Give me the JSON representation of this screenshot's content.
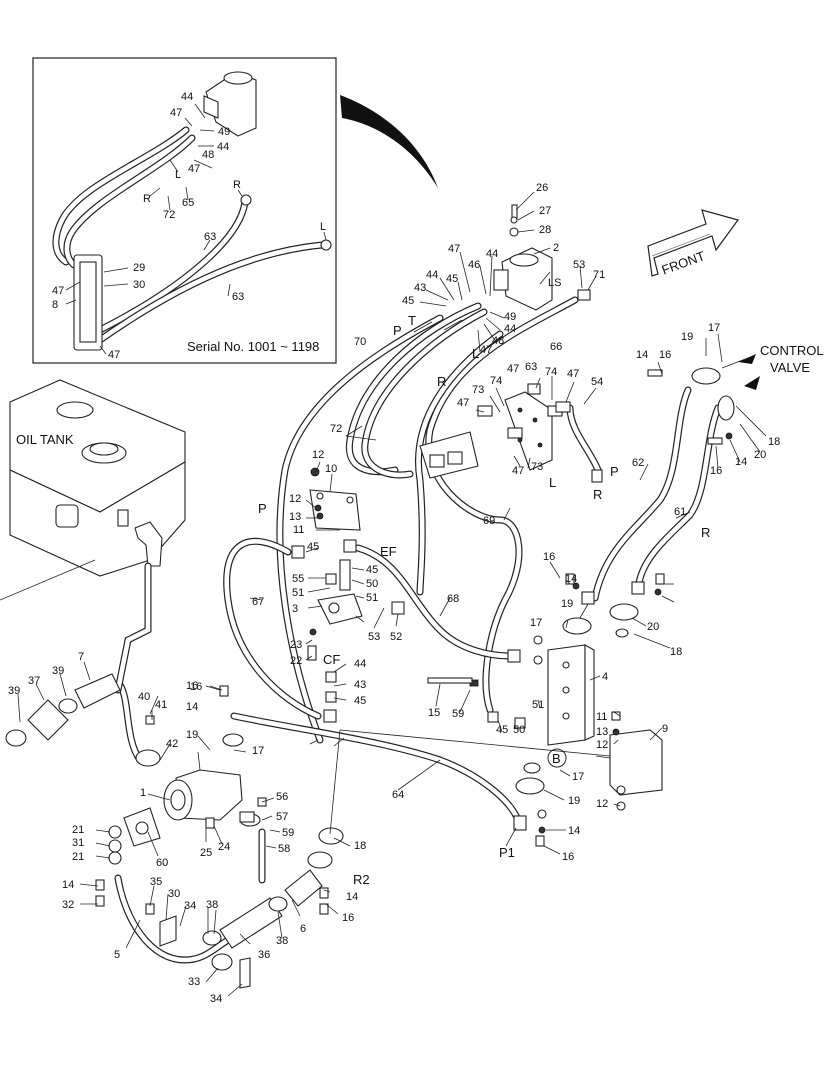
{
  "inset": {
    "caption": "Serial No. 1001 ~ 1198",
    "labels": [
      "44",
      "47",
      "49",
      "44",
      "48",
      "47",
      "L",
      "65",
      "R",
      "72",
      "R",
      "63",
      "L",
      "63",
      "29",
      "47",
      "8",
      "30",
      "47"
    ]
  },
  "tank_label": "OIL TANK",
  "front_label": "FRONT",
  "control_valve_label": [
    "CONTROL",
    "VALVE"
  ],
  "port_labels": [
    "P",
    "T",
    "L",
    "R",
    "LS",
    "EF",
    "CF",
    "P",
    "P",
    "R",
    "L",
    "R",
    "P1",
    "R2",
    "B"
  ],
  "part_numbers": [
    "26",
    "27",
    "28",
    "2",
    "47",
    "44",
    "46",
    "53",
    "71",
    "44",
    "45",
    "43",
    "45",
    "49",
    "44",
    "48",
    "47",
    "70",
    "66",
    "19",
    "17",
    "14",
    "16",
    "74",
    "47",
    "63",
    "74",
    "47",
    "54",
    "73",
    "47",
    "72",
    "73",
    "47",
    "18",
    "20",
    "14",
    "16",
    "12",
    "10",
    "12",
    "13",
    "11",
    "69",
    "62",
    "61",
    "45",
    "55",
    "51",
    "3",
    "45",
    "50",
    "51",
    "53",
    "52",
    "23",
    "22",
    "67",
    "68",
    "44",
    "43",
    "45",
    "16",
    "15",
    "59",
    "45",
    "50",
    "51",
    "17",
    "4",
    "14",
    "19",
    "16",
    "20",
    "18",
    "11",
    "13",
    "12",
    "9",
    "12",
    "40",
    "41",
    "42",
    "39",
    "37",
    "7",
    "39",
    "1",
    "19",
    "17",
    "16",
    "14",
    "56",
    "57",
    "59",
    "58",
    "64",
    "17",
    "19",
    "14",
    "16",
    "21",
    "31",
    "21",
    "60",
    "25",
    "24",
    "14",
    "32",
    "35",
    "30",
    "34",
    "38",
    "6",
    "36",
    "38",
    "16",
    "18",
    "14",
    "5",
    "33",
    "34"
  ]
}
